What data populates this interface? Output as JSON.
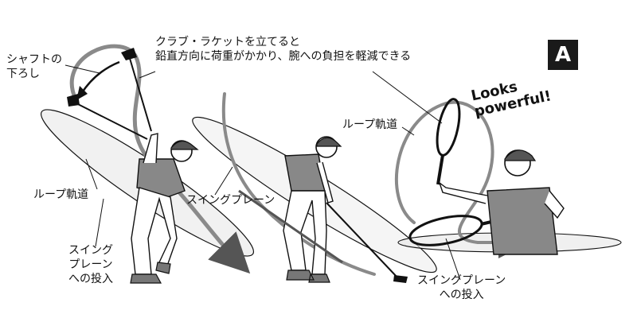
{
  "badge": "A",
  "exclamation": [
    "Looks",
    "powerful!"
  ],
  "labels": {
    "shaft_lowering": [
      "シャフトの",
      "下ろし"
    ],
    "club_racket_note": [
      "クラブ・ラケットを立てると",
      "鉛直方向に荷重がかかり、腕への負担を軽減できる"
    ],
    "loop_path_left": "ループ軌道",
    "swing_plane_entry_left": [
      "スイング",
      "プレーン",
      "への投入"
    ],
    "swing_plane_middle": "スイングプレーン",
    "loop_path_right": "ループ軌道",
    "swing_plane_entry_right": [
      "スイングプレーン",
      "への投入"
    ]
  },
  "colors": {
    "path_gray": "#8a8a8a",
    "plane_gray": "#cfcfcf",
    "line": "#111111",
    "badge_bg": "#1a1a1a"
  }
}
